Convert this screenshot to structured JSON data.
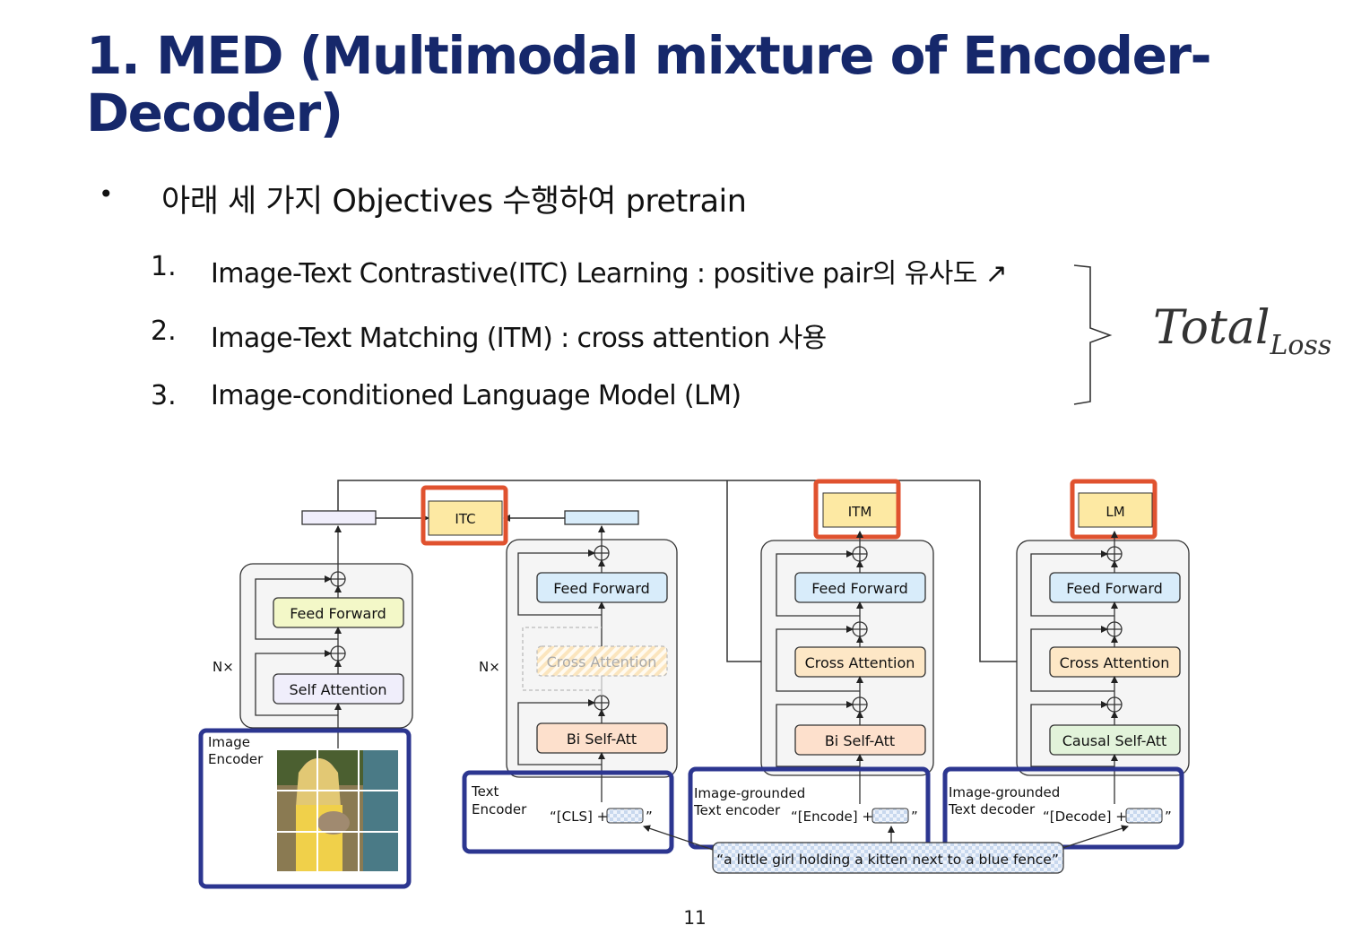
{
  "slide": {
    "title": "1. MED (Multimodal mixture of Encoder-Decoder)",
    "bullet": "아래 세 가지 Objectives 수행하여 pretrain",
    "objectives": [
      {
        "num": "1.",
        "text": "Image-Text Contrastive(ITC) Learning : positive pair의 유사도 ↗"
      },
      {
        "num": "2.",
        "text": "Image-Text Matching (ITM) : cross attention 사용"
      },
      {
        "num": "3.",
        "text": "Image-conditioned Language Model (LM)"
      }
    ],
    "total_main": "Total",
    "total_sub": "Loss",
    "page_number": "11"
  },
  "diagram": {
    "colors": {
      "highlight_red": "#e0522f",
      "highlight_blue": "#2c3690",
      "feed_green": "#f3f8c8",
      "feed_blue": "#d8ecfa",
      "cross_orange": "#fde7c6",
      "bi_self_att": "#fde0cc",
      "causal_green": "#e2f3da",
      "self_attention": "#f0eefb",
      "loss_box": "#fde9a3"
    },
    "image_encoder": {
      "label_line1": "Image",
      "label_line2": "Encoder",
      "nx": "N×",
      "feed_forward": "Feed Forward",
      "self_attention": "Self Attention"
    },
    "text_encoder": {
      "label_line1": "Text",
      "label_line2": "Encoder",
      "nx": "N×",
      "feed_forward": "Feed Forward",
      "cross_attention": "Cross Attention",
      "bi_self_att": "Bi Self-Att",
      "token": "“[CLS] +",
      "quote_end": "”"
    },
    "itm_encoder": {
      "label_line1": "Image-grounded",
      "label_line2": "Text encoder",
      "feed_forward": "Feed Forward",
      "cross_attention": "Cross Attention",
      "bi_self_att": "Bi Self-Att",
      "token": "“[Encode] +",
      "quote_end": "”"
    },
    "lm_decoder": {
      "label_line1": "Image-grounded",
      "label_line2": "Text decoder",
      "feed_forward": "Feed Forward",
      "cross_attention": "Cross Attention",
      "causal_self_att": "Causal Self-Att",
      "token": "“[Decode] +",
      "quote_end": "”"
    },
    "losses": {
      "itc": "ITC",
      "itm": "ITM",
      "lm": "LM"
    },
    "caption": "“a little girl holding a kitten next to a blue fence”"
  }
}
